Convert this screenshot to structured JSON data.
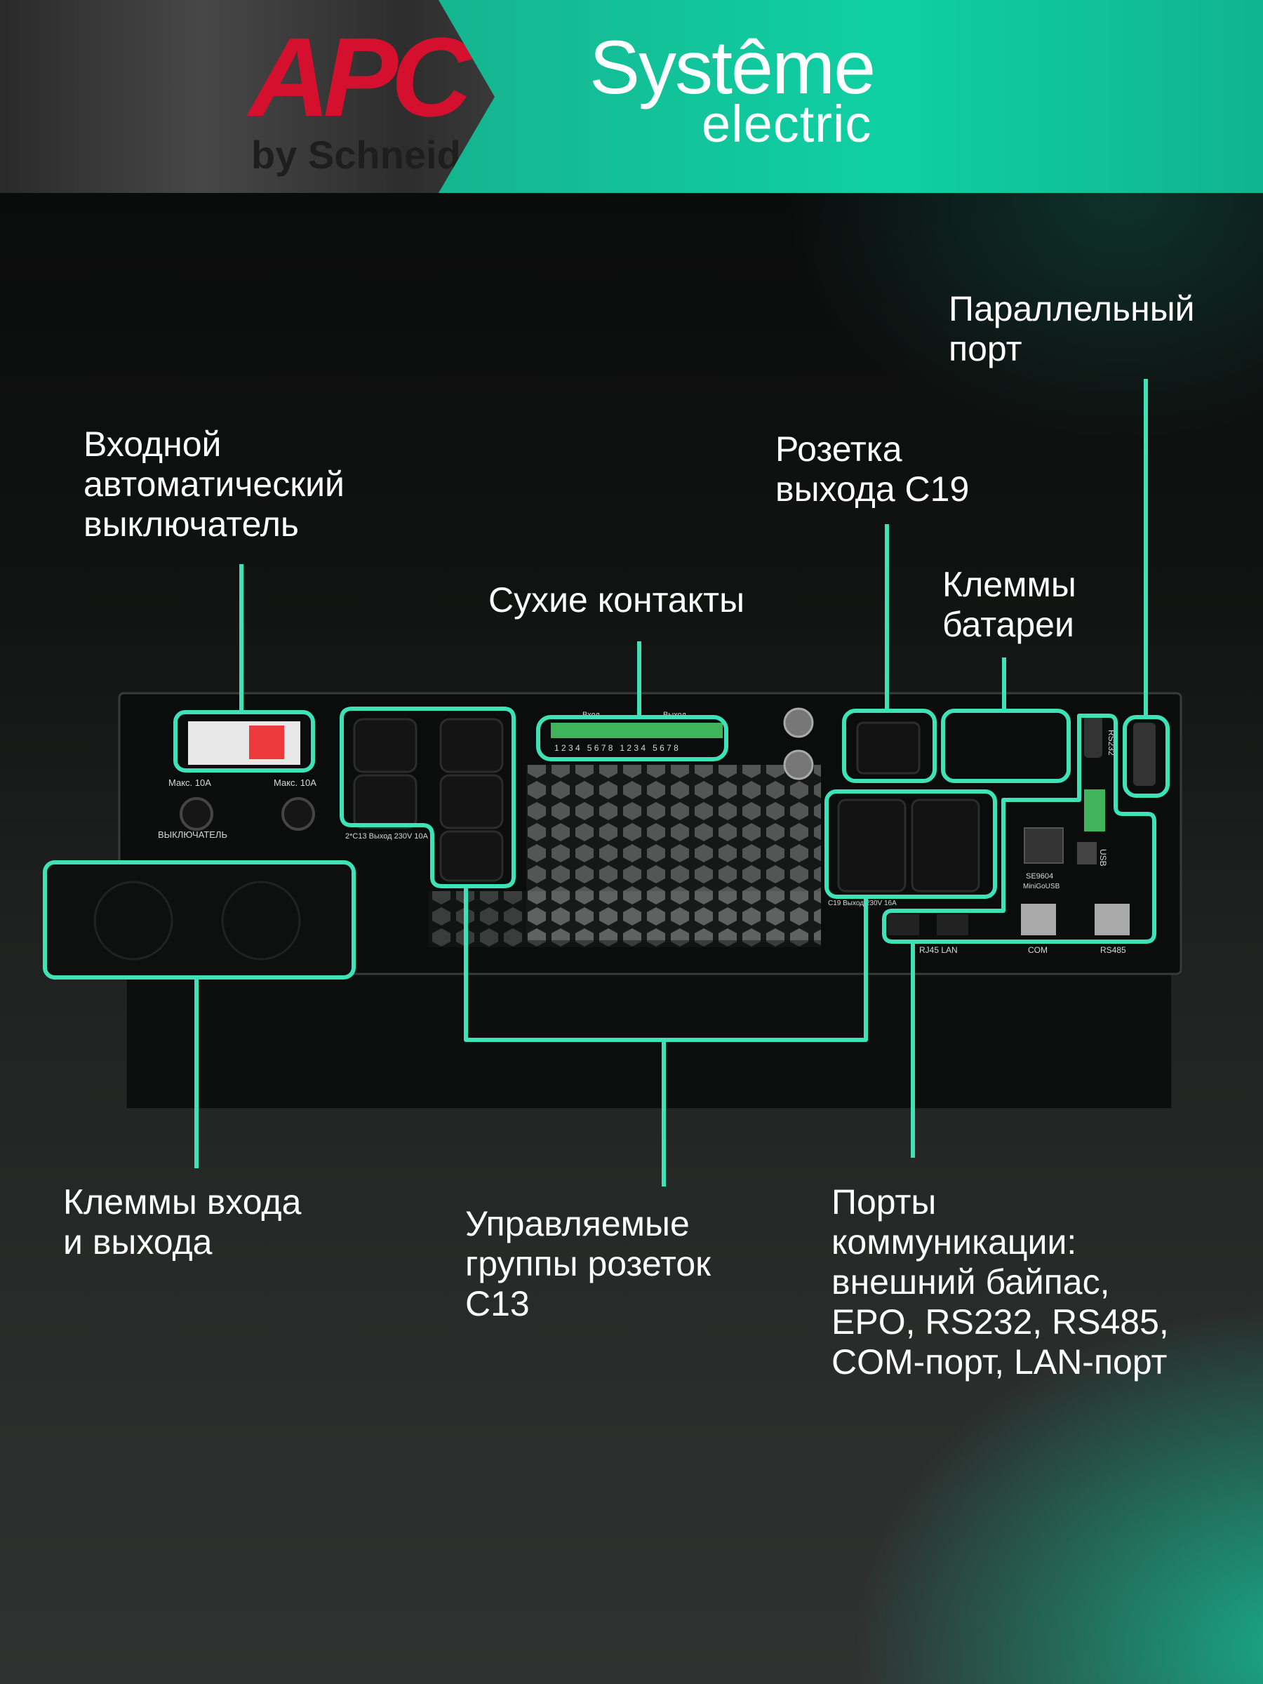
{
  "header": {
    "apc_logo": "APC",
    "apc_tagline": "by Schneider",
    "brand_line1": "Systême",
    "brand_line2": "electric"
  },
  "labels": {
    "parallel_port": [
      "Параллельный",
      "порт"
    ],
    "input_breaker": [
      "Входной",
      "автоматический",
      "выключатель"
    ],
    "c19_outlet": [
      "Розетка",
      "выхода C19"
    ],
    "dry_contacts": [
      "Сухие контакты"
    ],
    "battery_terminals": [
      "Клеммы",
      "батареи"
    ],
    "io_terminals": [
      "Клеммы входа",
      "и выхода"
    ],
    "c13_groups": [
      "Управляемые",
      "группы розеток",
      "C13"
    ],
    "comm_ports": [
      "Порты",
      "коммуникации:",
      "внешний байпас,",
      "EPO, RS232, RS485,",
      "COM-порт, LAN-порт"
    ]
  },
  "device": {
    "breaker_max_left": "Макс. 10А",
    "breaker_max_right": "Макс. 10А",
    "switch_label": "ВЫКЛЮЧАТЕЛЬ",
    "c13_caption": "2*C13 Выход 230V 10A",
    "dry_in": "Вход",
    "dry_out": "Выход",
    "dry_numbers": "1 2 3 4   5 6 7 8   1 2 3 4   5 6 7 8",
    "rs232": "RS232",
    "usb": "USB",
    "rj45_lan": "RJ45 LAN",
    "com": "COM",
    "rs485": "RS485",
    "card_model": "SE9604",
    "card_sub": "MiniGoUSB",
    "c19_caption": "C19 Выход 230V 16A"
  },
  "colors": {
    "accent": "#3de3b6",
    "header_green": "#13b88f",
    "apc_red": "#d5102e"
  }
}
